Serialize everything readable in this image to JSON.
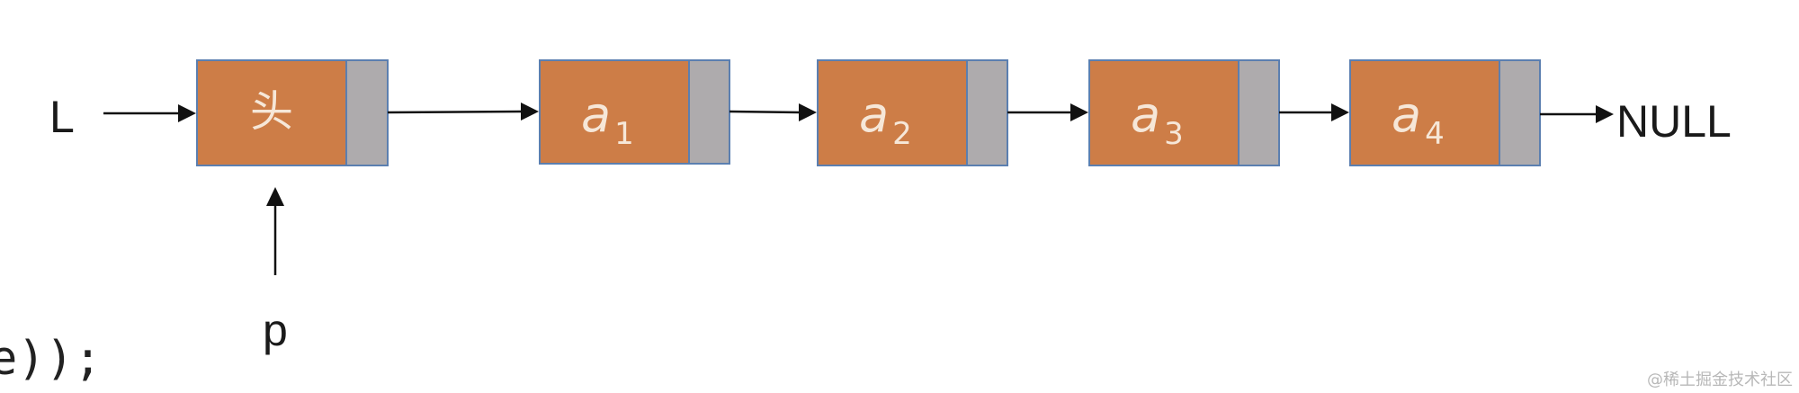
{
  "diagram": {
    "list_pointer": "L",
    "head_node": "头",
    "nodes": [
      {
        "base": "a",
        "sub": "1"
      },
      {
        "base": "a",
        "sub": "2"
      },
      {
        "base": "a",
        "sub": "3"
      },
      {
        "base": "a",
        "sub": "4"
      }
    ],
    "terminal": "NULL",
    "cursor_pointer": "p",
    "code_fragment": "e));"
  },
  "watermark": "@稀土掘金技术社区",
  "colors": {
    "data_cell": "#cd7d47",
    "pointer_cell": "#aeabad",
    "cell_border": "#5b7fb0",
    "text_on_cell": "#f6e7d8"
  }
}
